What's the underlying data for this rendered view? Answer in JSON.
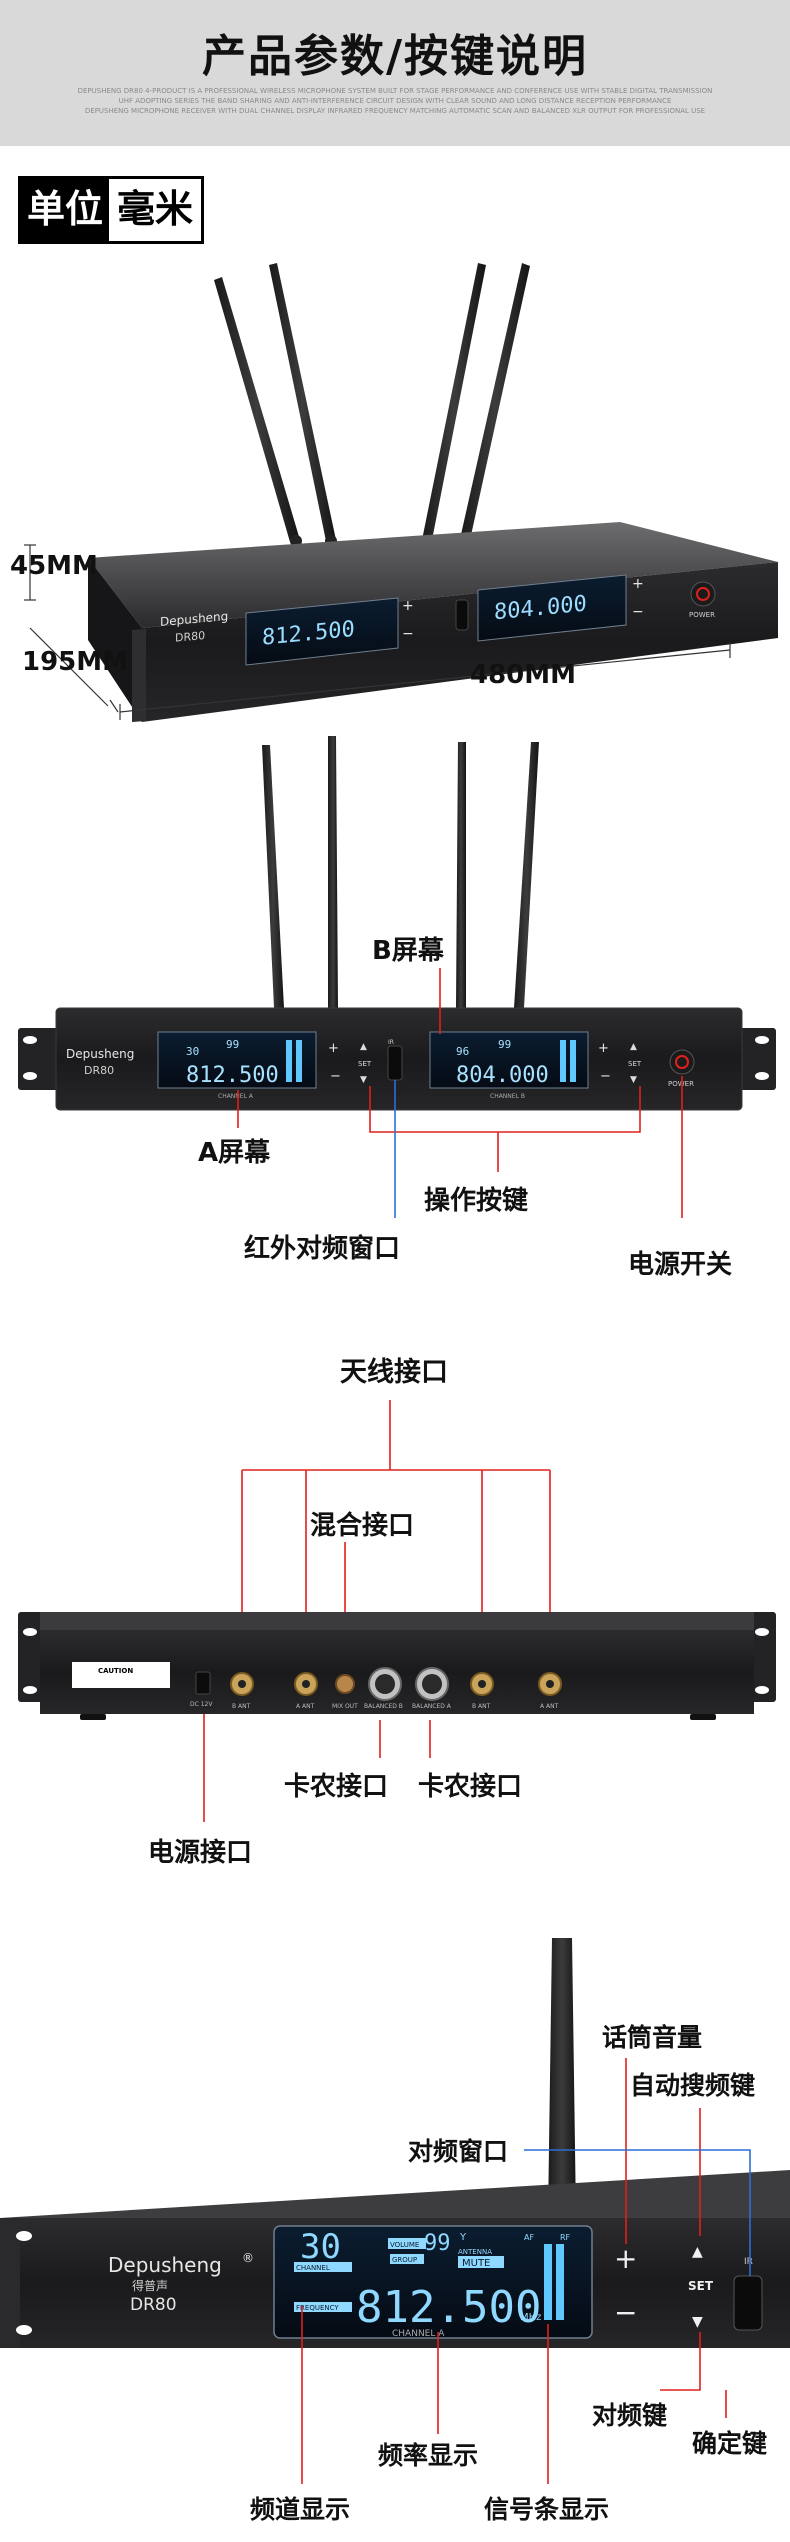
{
  "header": {
    "title": "产品参数/按键说明",
    "subtitle_lines": [
      "DEPUSHENG DR80 4-PRODUCT IS A PROFESSIONAL WIRELESS MICROPHONE SYSTEM BUILT FOR STAGE PERFORMANCE AND CONFERENCE USE WITH STABLE DIGITAL TRANSMISSION",
      "UHF ADOPTING SERIES THE BAND SHARING AND ANTI-INTERFERENCE CIRCUIT DESIGN WITH CLEAR SOUND AND LONG DISTANCE RECEPTION PERFORMANCE",
      "DEPUSHENG MICROPHONE RECEIVER WITH DUAL CHANNEL DISPLAY INFRARED FREQUENCY MATCHING AUTOMATIC SCAN AND BALANCED XLR OUTPUT FOR PROFESSIONAL USE"
    ]
  },
  "unit_label": {
    "part_a": "单位",
    "part_b": "毫米"
  },
  "dimensions": {
    "height": "45MM",
    "depth": "195MM",
    "width": "480MM"
  },
  "brand": {
    "name": "Depusheng",
    "registered": "®",
    "cn_name": "得普声",
    "model": "DR80"
  },
  "screens": {
    "a": {
      "freq": "812.500",
      "channel_no": "30",
      "volume": "99",
      "channel_label": "CHANNEL A",
      "unit": "MHz"
    },
    "b": {
      "freq": "804.000",
      "channel_no": "96",
      "volume": "99",
      "channel_label": "CHANNEL B"
    }
  },
  "display_labels": {
    "volume": "VOLUME",
    "antenna": "ANTENNA",
    "mute": "MUTE",
    "group": "GROUP",
    "frequency": "FREQUENCY",
    "af": "AF",
    "rf": "RF",
    "channel": "CHANNEL"
  },
  "front_buttons": {
    "plus": "+",
    "minus": "−",
    "set": "SET",
    "ir": "IR",
    "power": "POWER"
  },
  "front_callouts": {
    "b_screen": "B屏幕",
    "a_screen": "A屏幕",
    "operation_keys": "操作按键",
    "ir_window": "红外对频窗口",
    "power_switch": "电源开关"
  },
  "rear": {
    "caution": "CAUTION",
    "dc": "DC 12V",
    "port_labels": [
      "B ANT",
      "A ANT",
      "MIX OUT",
      "BALANCED B",
      "BALANCED A",
      "B ANT",
      "A ANT"
    ]
  },
  "rear_callouts": {
    "antenna": "天线接口",
    "mix": "混合接口",
    "xlr_left": "卡农接口",
    "xlr_right": "卡农接口",
    "power_port": "电源接口"
  },
  "detail_callouts": {
    "mic_volume": "话筒音量",
    "auto_scan": "自动搜频键",
    "pair_window": "对频窗口",
    "pair_key": "对频键",
    "confirm_key": "确定键",
    "freq_display": "频率显示",
    "channel_display": "频道显示",
    "signal_display": "信号条显示"
  },
  "colors": {
    "callout_red": "#e0201c",
    "callout_blue": "#2a6fd6",
    "lcd_blue": "#5ec8ff",
    "panel": "#1c1c1e"
  }
}
